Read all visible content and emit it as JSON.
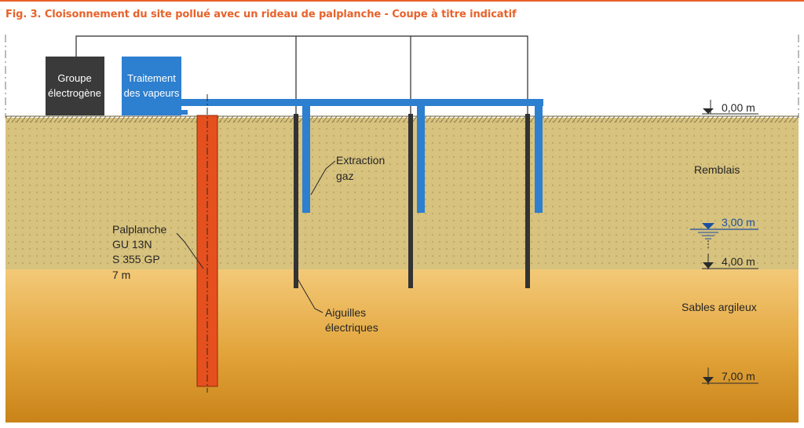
{
  "caption": "Fig. 3. Cloisonnement du site pollué avec un rideau de palplanche - Coupe à titre indicatif",
  "equipment": {
    "generator": {
      "line1": "Groupe",
      "line2": "électrogène"
    },
    "vapor_treatment": {
      "line1": "Traitement",
      "line2": "des vapeurs"
    }
  },
  "labels": {
    "extraction": {
      "line1": "Extraction",
      "line2": "gaz"
    },
    "sheet_pile": {
      "line1": "Palplanche",
      "line2": "GU 13N",
      "line3": "S 355 GP",
      "line4": "7 m"
    },
    "needles": {
      "line1": "Aiguilles",
      "line2": "électriques"
    }
  },
  "layers": {
    "fill": "Remblais",
    "clay_sand": "Sables argileux"
  },
  "levels": {
    "ground": "0,00 m",
    "water": "3,00 m",
    "layer_boundary": "4,00 m",
    "bottom": "7,00 m"
  },
  "colors": {
    "caption": "#e8622a",
    "sheet_pile": "#e5501e",
    "gas_pipe": "#2d7fcf",
    "generator": "#3a3a3a",
    "treatment": "#2d7fcf",
    "water_mark": "#1c4fa0"
  }
}
